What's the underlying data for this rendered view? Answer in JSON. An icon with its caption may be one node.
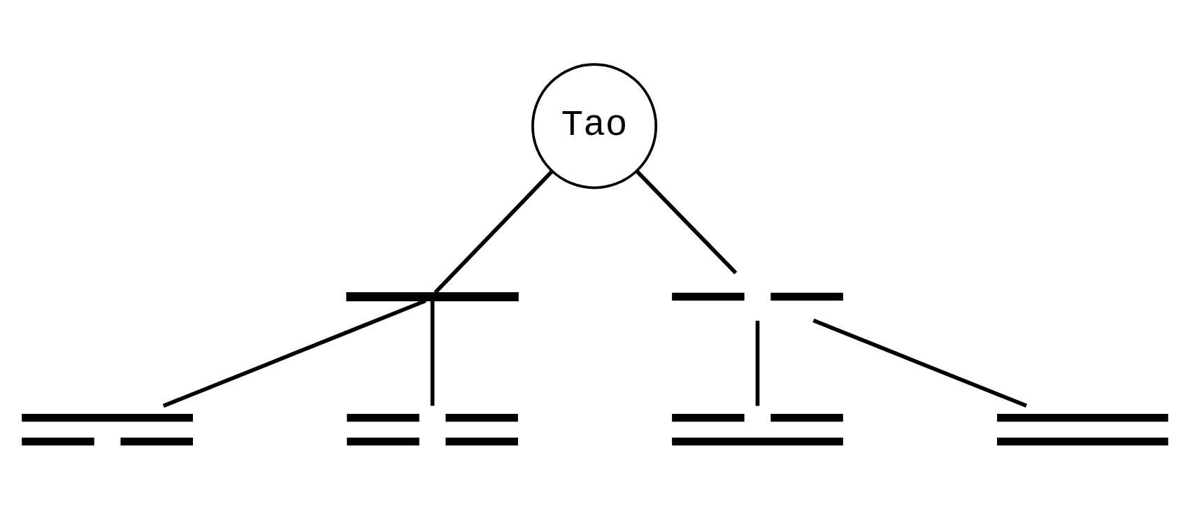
{
  "diagram": {
    "nodes": [
      {
        "text": [
          "Tao"
        ]
      },
      {
        "text": [],
        "shape": "bar"
      },
      {
        "text": [],
        "shape": "picture"
      },
      {
        "text": [],
        "shape": "picture"
      },
      {
        "text": [],
        "shape": "picture"
      },
      {
        "text": [],
        "shape": "picture"
      },
      {
        "text": [],
        "shape": "picture"
      }
    ],
    "edges": [
      {
        "from": 0,
        "to": 1,
        "arrow": "none"
      },
      {
        "from": 0,
        "to": 2,
        "arrow": "none"
      },
      {
        "from": 1,
        "to": 3,
        "arrow": "none"
      },
      {
        "from": 1,
        "to": 4,
        "arrow": "none"
      },
      {
        "from": 2,
        "to": 5,
        "arrow": "none"
      },
      {
        "from": 2,
        "to": 6,
        "arrow": "none"
      }
    ]
  }
}
